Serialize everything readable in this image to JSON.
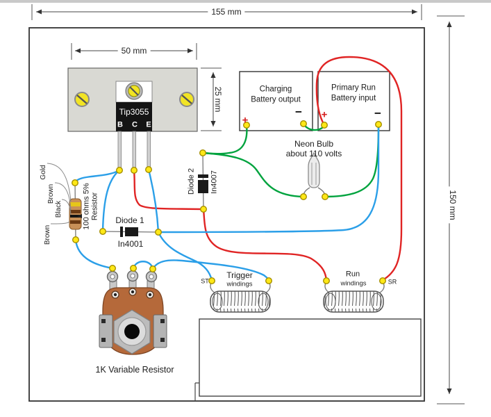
{
  "diagram": {
    "dimensions": {
      "width_label": "155 mm",
      "board_width_label": "50 mm",
      "board_height_label": "25 mm",
      "height_label": "150 mm"
    },
    "transistor": {
      "part": "Tip3055",
      "pin_b": "B",
      "pin_c": "C",
      "pin_e": "E"
    },
    "charging_battery": {
      "name_line1": "Charging",
      "name_line2": "Battery output",
      "plus": "+",
      "minus": "−"
    },
    "run_battery": {
      "name_line1": "Primary Run",
      "name_line2": "Battery input",
      "plus": "+",
      "minus": "−"
    },
    "neon_bulb": {
      "label_line1": "Neon Bulb",
      "label_line2": "about 110 volts"
    },
    "diode1": {
      "name": "Diode 1",
      "part": "In4001"
    },
    "diode2": {
      "name": "Diode 2",
      "part": "In4007"
    },
    "resistor": {
      "band1": "Gold",
      "band2": "Brown",
      "band3": "Black",
      "band4": "Brown",
      "value_line1": "100 ohms 5%",
      "value_line2": "Resistor"
    },
    "potentiometer": {
      "label": "1K Variable Resistor"
    },
    "trigger_windings": {
      "label_line1": "Trigger",
      "label_line2": "windings",
      "terminal": "ST"
    },
    "run_windings": {
      "label_line1": "Run",
      "label_line2": "windings",
      "terminal": "SR"
    },
    "colors": {
      "wire_red": "#e02424",
      "wire_green": "#00a33e",
      "wire_blue": "#2b9fe8",
      "dot_fill": "#ffe817",
      "screw_yellow": "#f2e424",
      "resistor_body": "#c89058",
      "pot_body": "#b5693a",
      "board_fill": "#d9d9d3"
    }
  }
}
